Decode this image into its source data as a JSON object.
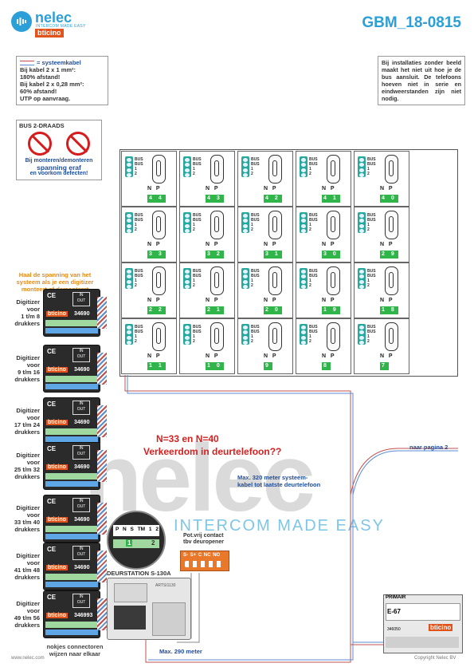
{
  "header": {
    "brand": "nelec",
    "tagline": "INTERCOM MADE EASY",
    "partner": "bticino",
    "code": "GBM_18-0815"
  },
  "cable_note": {
    "title": "= systeemkabel",
    "lines": [
      "Bij kabel 2 x 1 mm²:",
      "180% afstand!",
      "Bij kabel 2 x 0,28 mm²:",
      "60% afstand!",
      "UTP op aanvraag."
    ]
  },
  "install_note": "Bij installaties zonder beeld maakt het niet uit hoe je de bus aansluit. De telefoons hoeven niet in serie en eindweerstanden zijn niet nodig.",
  "bus_box": {
    "title": "BUS 2-DRAADS",
    "text_lines": [
      "Bij monteren/demonteren",
      "spanning eraf",
      "en voorkom defecten!"
    ]
  },
  "phones": {
    "np_label": [
      "N",
      "P"
    ],
    "terminal_labels": [
      "BUS",
      "BUS",
      "1",
      "2"
    ],
    "rows": [
      [
        "4 4",
        "4 3",
        "4 2",
        "4 1",
        "4 0"
      ],
      [
        "3 3",
        "3 2",
        "3 1",
        "3 0",
        "2 9"
      ],
      [
        "2 2",
        "2 1",
        "2 0",
        "1 9",
        "1 8"
      ],
      [
        "1 1",
        "1 0",
        "9",
        "8",
        "7"
      ]
    ]
  },
  "digitizer_warning": "Haal de spanning van het systeem als je een digitizer monteert of demonteert",
  "digitizers": [
    {
      "label": [
        "Digitizer",
        "voor",
        "1 t/m 8",
        "drukkers"
      ],
      "code": "34690"
    },
    {
      "label": [
        "Digitizer",
        "voor",
        "9 t/m 16",
        "drukkers"
      ],
      "code": "34690"
    },
    {
      "label": [
        "Digitizer",
        "voor",
        "17 t/m 24",
        "drukkers"
      ],
      "code": "34690"
    },
    {
      "label": [
        "Digitizer",
        "voor",
        "25 t/m 32",
        "drukkers"
      ],
      "code": "34690"
    },
    {
      "label": [
        "Digitizer",
        "voor",
        "33 t/m 40",
        "drukkers"
      ],
      "code": "34690"
    },
    {
      "label": [
        "Digitizer",
        "voor",
        "41 t/m 48",
        "drukkers"
      ],
      "code": "34690"
    },
    {
      "label": [
        "Digitizer",
        "voor",
        "49 t/m 56",
        "drukkers"
      ],
      "code": "346993"
    }
  ],
  "digitizer_text": {
    "ce": "CE",
    "in": "IN",
    "out": "OUT",
    "brand": "bticino"
  },
  "question": [
    "N=33 en N=40",
    "Verkeerdom in deurtelefoon??"
  ],
  "max320": [
    "Max. 320 meter systeem-",
    "kabel tot laatste deurtelefoon"
  ],
  "naar_pagina": "naar pagina 2",
  "watermark": {
    "big": "nelec",
    "sub": "INTERCOM MADE EASY"
  },
  "zoom_labels": [
    "P",
    "N",
    "S",
    "TM",
    "1",
    "2"
  ],
  "zoom_numbers": [
    "1",
    "2"
  ],
  "deurstation": "DEURSTATION S-130A",
  "deurstation_code": "ARTSI1130",
  "contact": {
    "title": [
      "Pot.vrij contact",
      "tbv deuropener"
    ],
    "terminals": [
      "S-",
      "S+",
      "C",
      "NC",
      "NO"
    ]
  },
  "nokjes": [
    "nokjes connectoren",
    "wijzen naar elkaar"
  ],
  "max290": "Max. 290 meter",
  "primair": {
    "label": "PRIMAIR",
    "model": "E-67",
    "code": "346050",
    "brand": "bticino"
  },
  "footer": {
    "left": "www.nelec.com",
    "right": "Copyright Nelec BV"
  },
  "colors": {
    "nelec_blue": "#2a9fd8",
    "bticino_orange": "#e2531c",
    "warn_red": "#d61f1f",
    "text_blue": "#1f4e9c"
  }
}
